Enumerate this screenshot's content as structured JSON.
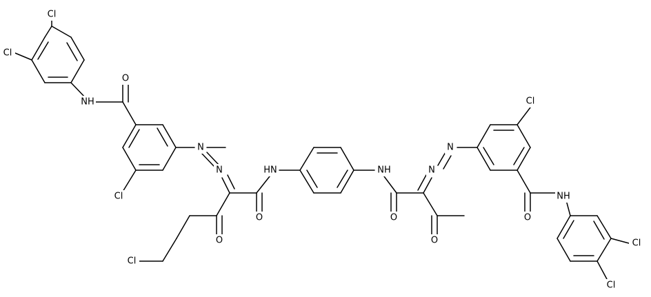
{
  "molecule": {
    "labels": {
      "cl": "Cl",
      "o": "O",
      "nh": "NH",
      "hn": "HN",
      "n": "N"
    },
    "atoms": [
      {
        "id": "a1",
        "el": "Cl",
        "label": "cl"
      },
      {
        "id": "a2",
        "el": "Cl",
        "label": "cl"
      },
      {
        "id": "a3",
        "el": "N",
        "label": "nh"
      },
      {
        "id": "a4",
        "el": "O",
        "label": "o"
      },
      {
        "id": "a5",
        "el": "N",
        "label": "n"
      },
      {
        "id": "a6",
        "el": "N",
        "label": "n"
      },
      {
        "id": "a7",
        "el": "Cl",
        "label": "cl"
      },
      {
        "id": "a8",
        "el": "N",
        "label": "hn"
      },
      {
        "id": "a9",
        "el": "O",
        "label": "o"
      },
      {
        "id": "a10",
        "el": "O",
        "label": "o"
      },
      {
        "id": "a11",
        "el": "Cl",
        "label": "cl"
      },
      {
        "id": "a12",
        "el": "N",
        "label": "nh"
      },
      {
        "id": "a13",
        "el": "N",
        "label": "n"
      },
      {
        "id": "a14",
        "el": "N",
        "label": "n"
      },
      {
        "id": "a15",
        "el": "O",
        "label": "o"
      },
      {
        "id": "a16",
        "el": "O",
        "label": "o"
      },
      {
        "id": "a17",
        "el": "Cl",
        "label": "cl"
      },
      {
        "id": "a18",
        "el": "N",
        "label": "nh"
      },
      {
        "id": "a19",
        "el": "O",
        "label": "o"
      },
      {
        "id": "a20",
        "el": "Cl",
        "label": "cl"
      },
      {
        "id": "a21",
        "el": "Cl",
        "label": "cl"
      }
    ]
  }
}
